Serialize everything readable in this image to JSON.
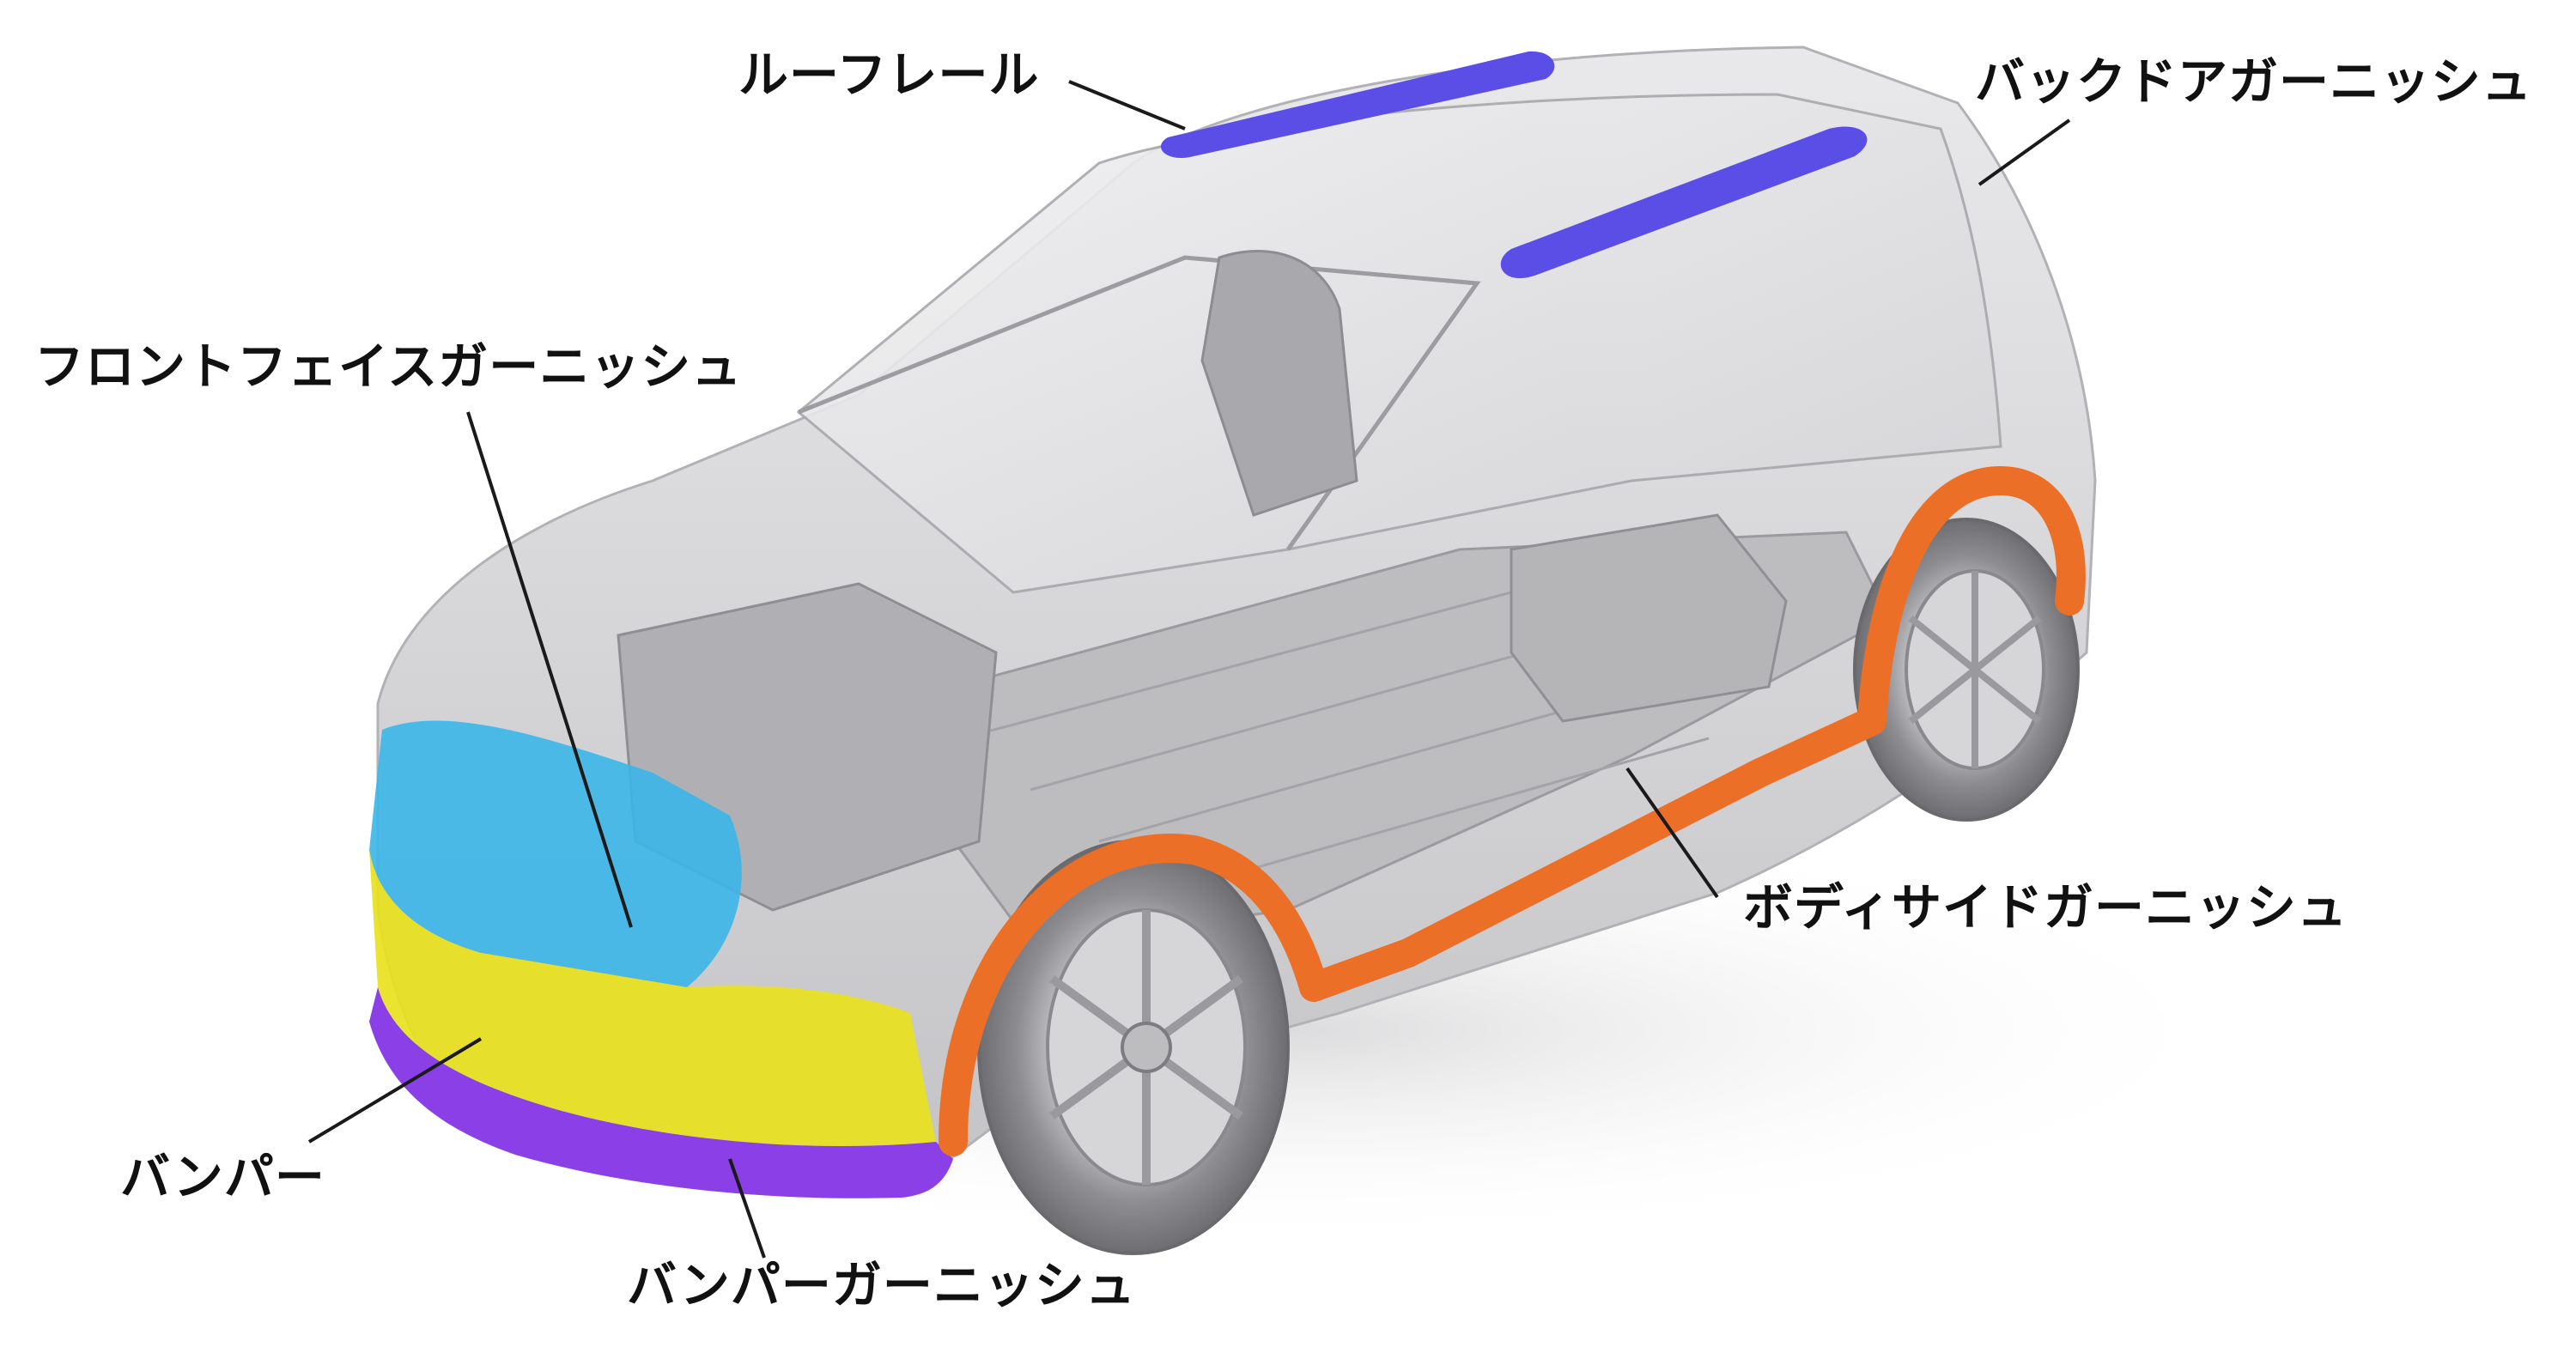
{
  "colors": {
    "roof_rail": "#5a4ee6",
    "front_face_garnish": "#3cb6e8",
    "bumper": "#e8e21e",
    "bumper_garnish": "#8b3fe6",
    "body_side_garnish": "#ec6f27",
    "body_gray": "#cfcfd1",
    "leader_line": "#1a1a1a"
  },
  "labels": {
    "roof_rail": "ルーフレール",
    "back_door_garnish": "バックドアガーニッシュ",
    "front_face_garnish": "フロントフェイスガーニッシュ",
    "body_side_garnish": "ボディサイドガーニッシュ",
    "bumper": "バンパー",
    "bumper_garnish": "バンパーガーニッシュ"
  }
}
